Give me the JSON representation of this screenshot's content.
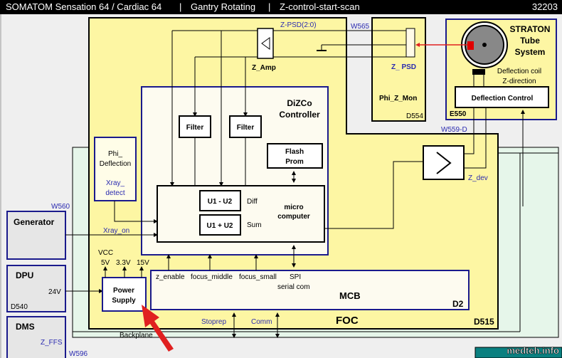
{
  "header": {
    "title": "SOMATOM Sensation 64 / Cardiac 64",
    "separator": "|",
    "mode": "Gantry Rotating",
    "scene": "Z-control-start-scan",
    "page_number": "32203"
  },
  "blocks": {
    "foc": {
      "label": "FOC",
      "id": "D515"
    },
    "dizco": {
      "line1": "DiZCo",
      "line2": "Controller"
    },
    "filter1": "Filter",
    "filter2": "Filter",
    "flash_prom": {
      "line1": "Flash",
      "line2": "Prom"
    },
    "micro": {
      "line1": "micro",
      "line2": "computer"
    },
    "u_diff": "U1 - U2",
    "u_sum": "U1 + U2",
    "diff": "Diff",
    "sum": "Sum",
    "z_amp": "Z_Amp",
    "z_psd_bus": "Z-PSD(2:0)",
    "phi_z_mon": {
      "label": "Phi_Z_Mon",
      "z_psd": "Z_ PSD",
      "id": "D554"
    },
    "straton": {
      "line1": "STRATON",
      "line2": "Tube",
      "line3": "System",
      "coil1": "Deflection coil",
      "coil2": "Z-direction",
      "id": "E550"
    },
    "deflection_control": "Deflection Control",
    "z_dev": "Z_dev",
    "phi_deflection": {
      "line1": "Phi_",
      "line2": "Deflection",
      "line3": "Xray_",
      "line4": "detect"
    },
    "generator": "Generator",
    "xray_on": "Xray_on",
    "dpu": {
      "label": "DPU",
      "voltage": "24V",
      "id": "D540"
    },
    "dms": {
      "label": "DMS",
      "signal": "Z_FFS"
    },
    "power_supply": {
      "line1": "Power",
      "line2": "Supply",
      "vcc": "VCC",
      "v5": "5V",
      "v33": "3.3V",
      "v15": "15V"
    },
    "mcb": {
      "label": "MCB",
      "id": "D2",
      "z_enable": "z_enable",
      "focus_middle": "focus_middle",
      "focus_small": "focus_small",
      "spi": "SPI",
      "serial": "serial com"
    },
    "stoprep": "Stoprep",
    "comm": "Comm",
    "backplane": "Backplane"
  },
  "cables": {
    "w565": "W565",
    "w559d": "W559-D",
    "w560": "W560",
    "w596": "W596"
  },
  "watermark": "medteh.info",
  "colors": {
    "foc_fill": "#fdf6a3",
    "backplane_fill": "#e6f6ea",
    "blue_border": "#1a1a8c",
    "arrow_red": "#e02020"
  }
}
